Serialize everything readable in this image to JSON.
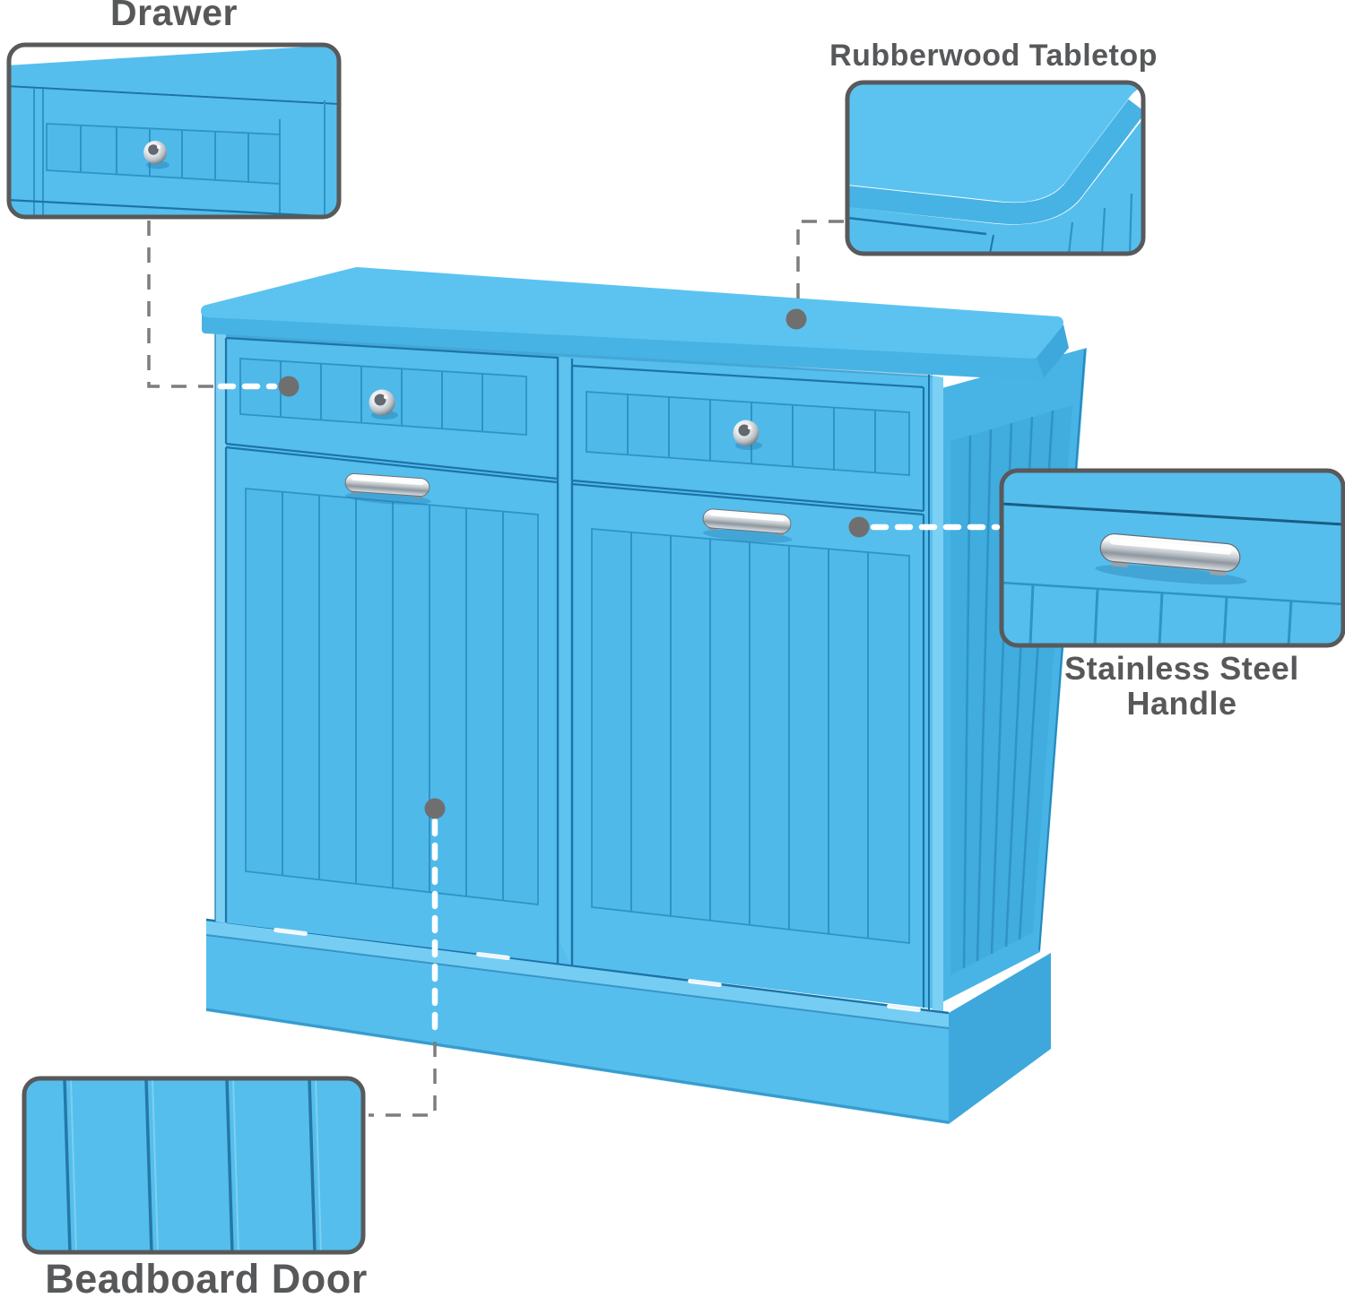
{
  "callouts": [
    {
      "id": "drawer",
      "label": "Drawer"
    },
    {
      "id": "tabletop",
      "label": "Rubberwood Tabletop"
    },
    {
      "id": "handle",
      "label": "Stainless Steel Handle",
      "label_lines": [
        "Stainless Steel",
        "Handle"
      ]
    },
    {
      "id": "door",
      "label": "Beadboard Door"
    }
  ],
  "colors": {
    "cabinet_blue": "#55beec",
    "cabinet_blue_top": "#5cc3f0",
    "cabinet_blue_edge": "#47b3e4",
    "cabinet_blue_edge_dark": "#3ea8dc",
    "cabinet_blue_side": "#47b4e5",
    "cabinet_blue_panel": "#4fb9e9",
    "seam_dark": "#1c74a8",
    "bead_line": "#2f93c6",
    "callout_border": "#58595b",
    "label_text": "#57585a",
    "marker_dot": "#6f6f6f",
    "dash_gray": "#7d7d7d",
    "dash_white": "#ffffff",
    "chrome_light": "#ffffff",
    "chrome_dark": "#878f96",
    "background": "#ffffff"
  }
}
